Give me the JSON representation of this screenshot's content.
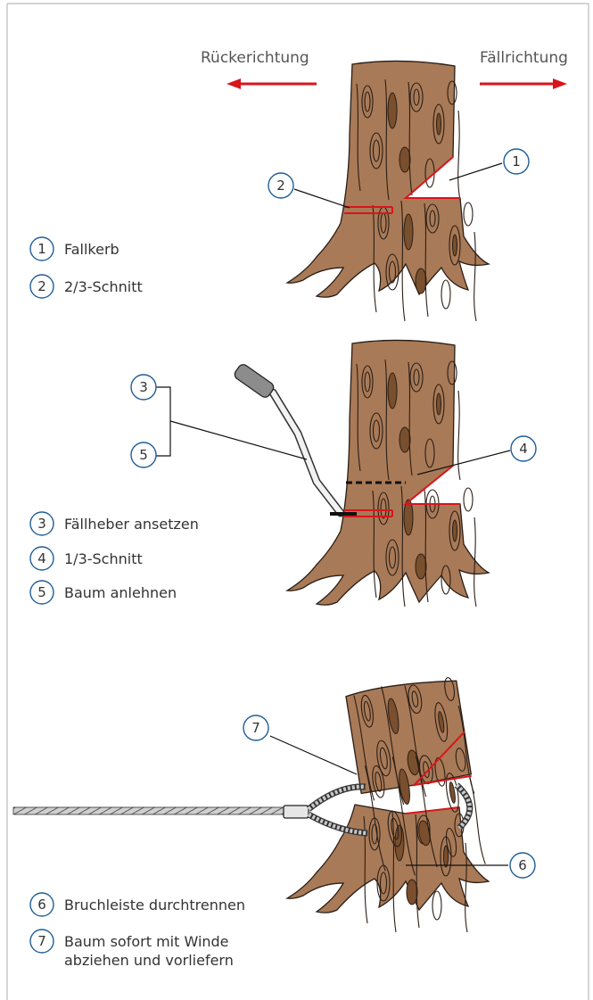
{
  "directions": {
    "left": "Rückerichtung",
    "right": "Fällrichtung",
    "arrow_color": "#d8151c"
  },
  "callout_numbers": [
    "1",
    "2",
    "3",
    "4",
    "5",
    "6",
    "7"
  ],
  "legend": {
    "step1": [
      {
        "num": "1",
        "text": "Fallkerb"
      },
      {
        "num": "2",
        "text": "2/3-Schnitt"
      }
    ],
    "step2": [
      {
        "num": "3",
        "text": "Fällheber ansetzen"
      },
      {
        "num": "4",
        "text": "1/3-Schnitt"
      },
      {
        "num": "5",
        "text": "Baum anlehnen"
      }
    ],
    "step3": [
      {
        "num": "6",
        "text": "Bruchleiste durchtrennen"
      },
      {
        "num": "7",
        "line1": "Baum sofort mit Winde",
        "line2": "abziehen und vorliefern"
      }
    ]
  },
  "colors": {
    "bark": "#a97a57",
    "cut_line": "#d8151c",
    "circle_stroke": "#1f5d99",
    "frame": "#bbbbbb"
  },
  "icons": [
    "arrow-left-icon",
    "arrow-right-icon",
    "tree-stump-icon",
    "felling-lever-icon",
    "winch-cable-icon"
  ]
}
